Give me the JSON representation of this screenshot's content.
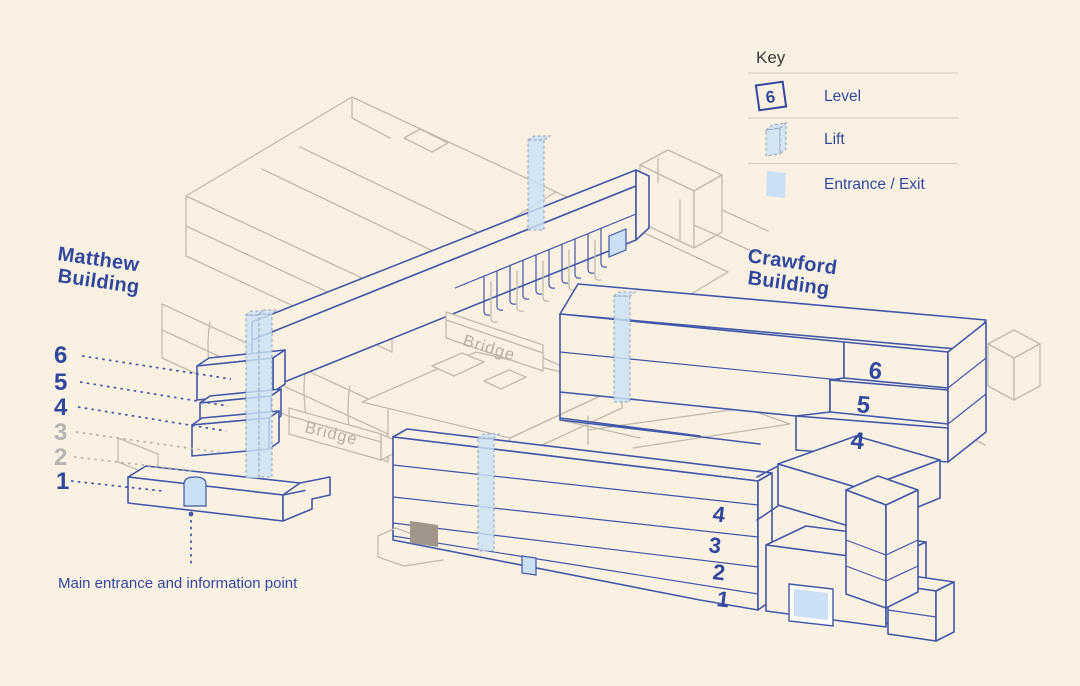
{
  "colors": {
    "background": "#FAF1E3",
    "blue_line": "#3F58A8",
    "text_blue": "#2F489E",
    "light_blue": "#CBE0F5",
    "gray_line": "#C1BAAE",
    "gray_text": "#B8B0A5",
    "muted_number": "#B4B4B4",
    "dark_block": "#A0968B"
  },
  "key": {
    "title": "Key",
    "items": [
      {
        "icon": "level-badge-icon",
        "badge": "6",
        "label": "Level"
      },
      {
        "icon": "lift-icon",
        "label": "Lift"
      },
      {
        "icon": "entrance-icon",
        "label": "Entrance / Exit"
      }
    ]
  },
  "buildings": {
    "matthew": {
      "name_lines": [
        "Matthew",
        "Building"
      ]
    },
    "crawford": {
      "name_lines": [
        "Crawford",
        "Building"
      ],
      "upper_levels": [
        "6",
        "5",
        "4"
      ],
      "front_levels": [
        "4",
        "3",
        "2",
        "1"
      ]
    }
  },
  "levels_left": [
    {
      "n": "6",
      "muted": false
    },
    {
      "n": "5",
      "muted": false
    },
    {
      "n": "4",
      "muted": false
    },
    {
      "n": "3",
      "muted": true
    },
    {
      "n": "2",
      "muted": true
    },
    {
      "n": "1",
      "muted": false
    }
  ],
  "bridges": [
    {
      "label": "Bridge"
    },
    {
      "label": "Bridge"
    }
  ],
  "annotations": {
    "main_entrance": "Main entrance and information point"
  }
}
